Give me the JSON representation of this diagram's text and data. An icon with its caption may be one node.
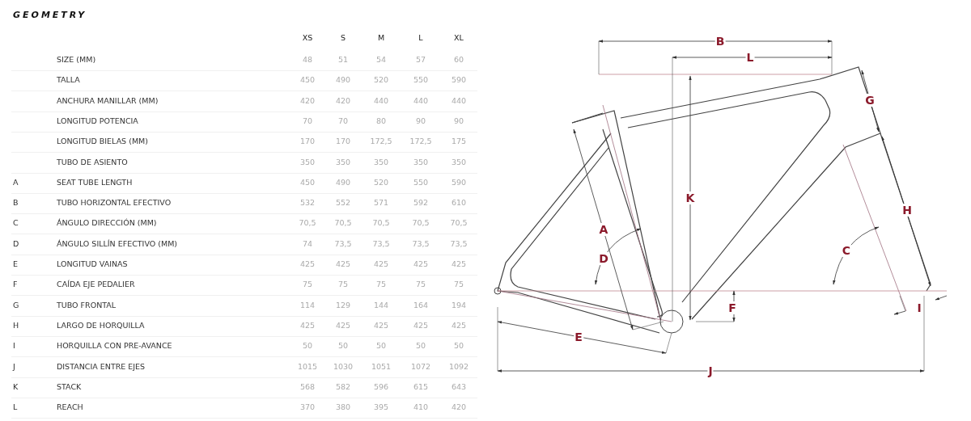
{
  "diagram": {
    "title": "GEOMETRY",
    "labels": [
      "XS",
      "S",
      "M",
      "L",
      "XL",
      "SIZE (MM)",
      "48",
      "51",
      "54",
      "57",
      "60",
      "TALLA",
      "450",
      "490",
      "520",
      "550",
      "590",
      "ANCHURA MANILLAR (MM)",
      "420",
      "420",
      "440",
      "440",
      "440",
      "LONGITUD POTENCIA",
      "70",
      "70",
      "80",
      "90",
      "90",
      "LONGITUD BIELAS (MM)",
      "170",
      "170",
      "172,5",
      "172,5",
      "175",
      "TUBO DE ASIENTO",
      "350",
      "350",
      "350",
      "350",
      "350",
      "A",
      "SEAT TUBE LENGTH",
      "450",
      "490",
      "520",
      "550",
      "590",
      "B",
      "TUBO HORIZONTAL EFECTIVO",
      "532",
      "552",
      "571",
      "592",
      "610",
      "C",
      "ÁNGULO DIRECCIÓN (MM)",
      "70,5",
      "70,5",
      "70,5",
      "70,5",
      "70,5",
      "D",
      "ÁNGULO SILLÍN EFECTIVO (MM)",
      "74",
      "73,5",
      "73,5",
      "73,5",
      "73,5",
      "E",
      "LONGITUD VAINAS",
      "425",
      "425",
      "425",
      "425",
      "425",
      "F",
      "CAÍDA EJE PEDALIER",
      "75",
      "75",
      "75",
      "75",
      "75",
      "G",
      "TUBO FRONTAL",
      "114",
      "129",
      "144",
      "164",
      "194",
      "H",
      "LARGO DE HORQUILLA",
      "425",
      "425",
      "425",
      "425",
      "425",
      "I",
      "HORQUILLA CON PRE-AVANCE",
      "50",
      "50",
      "50",
      "50",
      "50",
      "J",
      "DISTANCIA ENTRE EJES",
      "1015",
      "1030",
      "1051",
      "1072",
      "1092",
      "K",
      "STACK",
      "568",
      "582",
      "596",
      "615",
      "643",
      "L",
      "REACH",
      "370",
      "380",
      "395",
      "410",
      "420",
      "B",
      "L",
      "G",
      "K",
      "H",
      "A",
      "C",
      "D",
      "F",
      "I",
      "E",
      "J"
    ]
  }
}
